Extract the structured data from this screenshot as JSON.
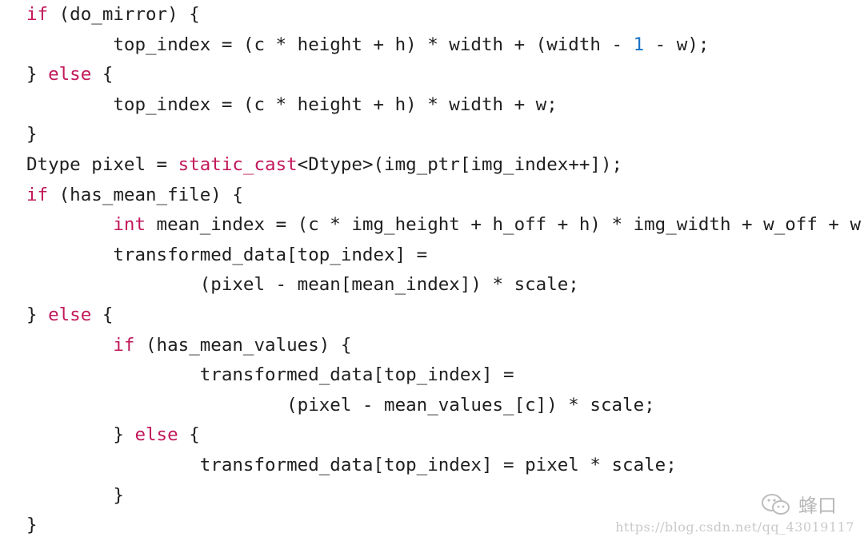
{
  "code": {
    "lines": [
      [
        {
          "t": "if",
          "k": "kw"
        },
        {
          "t": " (do_mirror) {",
          "k": "plain"
        }
      ],
      [
        {
          "t": "        top_index = (c * height + h) * width + (width - ",
          "k": "plain"
        },
        {
          "t": "1",
          "k": "num"
        },
        {
          "t": " - w);",
          "k": "plain"
        }
      ],
      [
        {
          "t": "} ",
          "k": "plain"
        },
        {
          "t": "else",
          "k": "kw"
        },
        {
          "t": " {",
          "k": "plain"
        }
      ],
      [
        {
          "t": "        top_index = (c * height + h) * width + w;",
          "k": "plain"
        }
      ],
      [
        {
          "t": "}",
          "k": "plain"
        }
      ],
      [
        {
          "t": "Dtype pixel = ",
          "k": "plain"
        },
        {
          "t": "static_cast",
          "k": "kw"
        },
        {
          "t": "<Dtype>(img_ptr[img_index++]);",
          "k": "plain"
        }
      ],
      [
        {
          "t": "if",
          "k": "kw"
        },
        {
          "t": " (has_mean_file) {",
          "k": "plain"
        }
      ],
      [
        {
          "t": "        ",
          "k": "plain"
        },
        {
          "t": "int",
          "k": "kw"
        },
        {
          "t": " mean_index = (c * img_height + h_off + h) * img_width + w_off + w;",
          "k": "plain"
        }
      ],
      [
        {
          "t": "        transformed_data[top_index] =",
          "k": "plain"
        }
      ],
      [
        {
          "t": "                (pixel - mean[mean_index]) * scale;",
          "k": "plain"
        }
      ],
      [
        {
          "t": "} ",
          "k": "plain"
        },
        {
          "t": "else",
          "k": "kw"
        },
        {
          "t": " {",
          "k": "plain"
        }
      ],
      [
        {
          "t": "        ",
          "k": "plain"
        },
        {
          "t": "if",
          "k": "kw"
        },
        {
          "t": " (has_mean_values) {",
          "k": "plain"
        }
      ],
      [
        {
          "t": "                transformed_data[top_index] =",
          "k": "plain"
        }
      ],
      [
        {
          "t": "                        (pixel - mean_values_[c]) * scale;",
          "k": "plain"
        }
      ],
      [
        {
          "t": "        } ",
          "k": "plain"
        },
        {
          "t": "else",
          "k": "kw"
        },
        {
          "t": " {",
          "k": "plain"
        }
      ],
      [
        {
          "t": "                transformed_data[top_index] = pixel * scale;",
          "k": "plain"
        }
      ],
      [
        {
          "t": "        }",
          "k": "plain"
        }
      ],
      [
        {
          "t": "}",
          "k": "plain"
        }
      ]
    ]
  },
  "colors": {
    "keyword": "#c2185b",
    "number": "#1a73c6",
    "text": "#1f1f1f",
    "watermark": "#b7b7b7"
  },
  "watermark": {
    "icon": "wechat-icon",
    "name": "蜂口",
    "url": "https://blog.csdn.net/qq_43019117"
  }
}
